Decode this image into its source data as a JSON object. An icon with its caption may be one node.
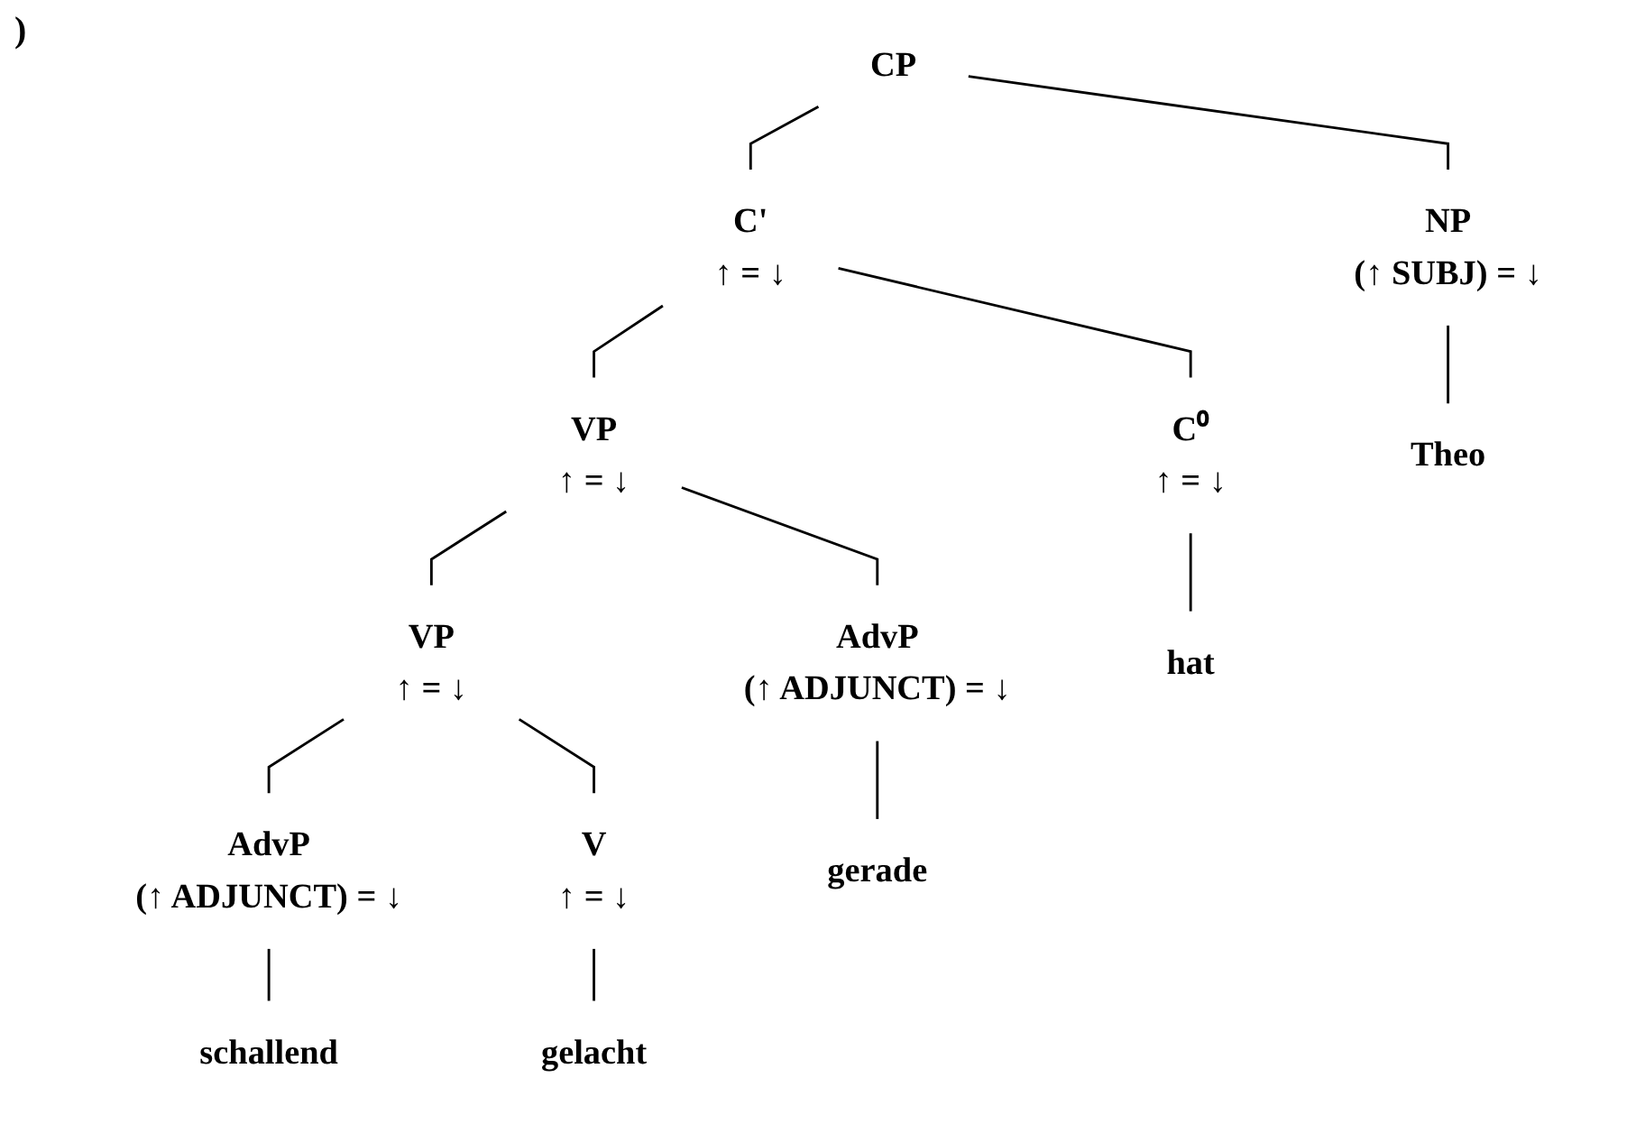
{
  "diagram": {
    "nodes": [
      {
        "text": [
          "CP"
        ]
      },
      {
        "text": [
          "NP",
          "(↑ SUBJ) = ↓"
        ]
      },
      {
        "text": [
          "C'",
          "↑ = ↓"
        ]
      },
      {
        "text": [
          "C⁰",
          "↑ = ↓"
        ]
      },
      {
        "text": [
          "VP",
          "↑ = ↓"
        ]
      },
      {
        "text": [
          "AdvP",
          "(↑ ADJUNCT) = ↓"
        ]
      },
      {
        "text": [
          "VP",
          "↑ = ↓"
        ]
      },
      {
        "text": [
          "AdvP",
          "(↑ ADJUNCT) = ↓"
        ]
      },
      {
        "text": [
          "V",
          "↑ = ↓"
        ]
      },
      {
        "text": [
          "Theo"
        ]
      },
      {
        "text": [
          "hat"
        ]
      },
      {
        "text": [
          "gerade"
        ]
      },
      {
        "text": [
          "schallend"
        ]
      },
      {
        "text": [
          "gelacht"
        ]
      }
    ],
    "edges": [
      {
        "from": 0,
        "to": 1,
        "arrow": "none"
      },
      {
        "from": 0,
        "to": 2,
        "arrow": "none"
      },
      {
        "from": 2,
        "to": 3,
        "arrow": "none"
      },
      {
        "from": 2,
        "to": 4,
        "arrow": "none"
      },
      {
        "from": 4,
        "to": 5,
        "arrow": "none"
      },
      {
        "from": 4,
        "to": 6,
        "arrow": "none"
      },
      {
        "from": 6,
        "to": 7,
        "arrow": "none"
      },
      {
        "from": 6,
        "to": 8,
        "arrow": "none"
      },
      {
        "from": 1,
        "to": 9,
        "arrow": "none"
      },
      {
        "from": 3,
        "to": 10,
        "arrow": "none"
      },
      {
        "from": 5,
        "to": 11,
        "arrow": "none"
      },
      {
        "from": 7,
        "to": 12,
        "arrow": "none"
      },
      {
        "from": 8,
        "to": 13,
        "arrow": "none"
      }
    ],
    "labels": [
      ")"
    ]
  }
}
